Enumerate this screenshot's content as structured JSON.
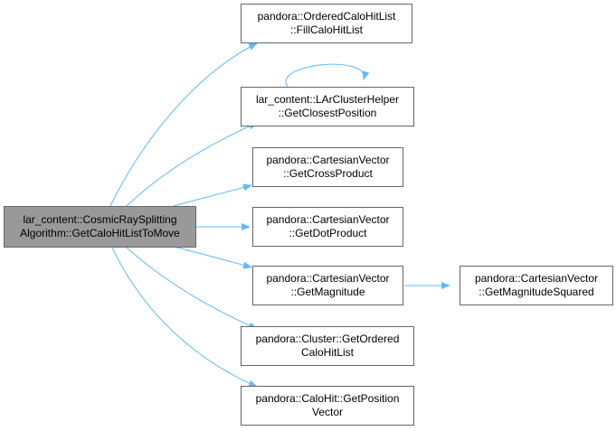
{
  "colors": {
    "edge": "#63b8ff",
    "node_border": "#666666",
    "root_fill": "#999999",
    "node_fill": "#ffffff"
  },
  "nodes": {
    "root": {
      "line1": "lar_content::CosmicRaySplitting",
      "line2": "Algorithm::GetCaloHitListToMove"
    },
    "fill": {
      "line1": "pandora::OrderedCaloHitList",
      "line2": "::FillCaloHitList"
    },
    "closest": {
      "line1": "lar_content::LArClusterHelper",
      "line2": "::GetClosestPosition"
    },
    "cross": {
      "line1": "pandora::CartesianVector",
      "line2": "::GetCrossProduct"
    },
    "dot": {
      "line1": "pandora::CartesianVector",
      "line2": "::GetDotProduct"
    },
    "magnitude": {
      "line1": "pandora::CartesianVector",
      "line2": "::GetMagnitude"
    },
    "magsq": {
      "line1": "pandora::CartesianVector",
      "line2": "::GetMagnitudeSquared"
    },
    "ordered": {
      "line1": "pandora::Cluster::GetOrdered",
      "line2": "CaloHitList"
    },
    "position": {
      "line1": "pandora::CaloHit::GetPosition",
      "line2": "Vector"
    }
  }
}
